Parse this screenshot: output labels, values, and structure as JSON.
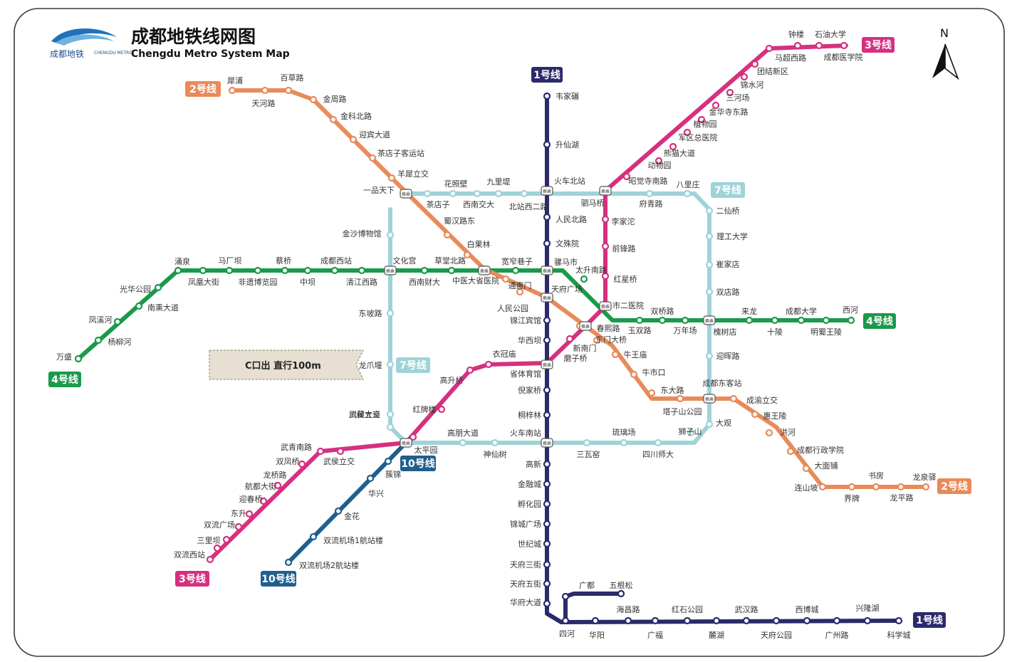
{
  "header": {
    "logo_text": "成都地铁",
    "logo_sub": "CHENGDU METRO",
    "title_cn": "成都地铁线网图",
    "title_en": "Chengdu Metro System Map"
  },
  "compass": {
    "label": "N"
  },
  "sign": {
    "text": "C口出 直行100m"
  },
  "lines": [
    {
      "id": "line1",
      "color": "#2b2a6b",
      "badges": [
        "1号线",
        "1号线"
      ]
    },
    {
      "id": "line2",
      "color": "#e98a5a",
      "badges": [
        "2号线",
        "2号线"
      ]
    },
    {
      "id": "line3",
      "color": "#d6307f",
      "badges": [
        "3号线",
        "3号线"
      ]
    },
    {
      "id": "line4",
      "color": "#1a9a4a",
      "badges": [
        "4号线",
        "4号线"
      ]
    },
    {
      "id": "line7",
      "color": "#9fd3d8",
      "badges": [
        "7号线",
        "7号线"
      ]
    },
    {
      "id": "line10",
      "color": "#1f5f8f",
      "badges": [
        "10号线",
        "10号线"
      ]
    }
  ],
  "transfer_label": "换乘",
  "stations": {
    "line1": [
      "韦家碾",
      "升仙湖",
      "火车北站",
      "人民北路",
      "文殊院",
      "骡马市",
      "天府广场",
      "锦江宾馆",
      "华西坝",
      "省体育馆",
      "倪家桥",
      "桐梓林",
      "火车南站",
      "高新",
      "金融城",
      "孵化园",
      "锦城广场",
      "世纪城",
      "天府三街",
      "天府五街",
      "华府大道",
      "四河",
      "广都",
      "五根松",
      "华阳",
      "海昌路",
      "广福",
      "红石公园",
      "麓湖",
      "武汉路",
      "天府公园",
      "西博城",
      "广州路",
      "兴隆湖",
      "科学城"
    ],
    "line2": [
      "犀浦",
      "百草路",
      "天河路",
      "金周路",
      "金科北路",
      "迎宾大道",
      "茶店子客运站",
      "羊犀立交",
      "一品天下",
      "蜀汉路东",
      "白果林",
      "中医大省医院",
      "通惠门",
      "人民公园",
      "春熙路",
      "东门大桥",
      "牛王庙",
      "牛市口",
      "东大路",
      "塔子山公园",
      "成渝立交",
      "惠王陵",
      "洪河",
      "成都行政学院",
      "大面铺",
      "连山坡",
      "界牌",
      "书房",
      "龙平路",
      "龙泉驿"
    ],
    "line3": [
      "钟楼",
      "石油大学",
      "马超西路",
      "成都医学院",
      "团结新区",
      "锦水河",
      "三河场",
      "金华寺东路",
      "植物园",
      "军区总医院",
      "熊猫大道",
      "动物园",
      "昭觉寺南路",
      "驷马桥",
      "李家沱",
      "前锋路",
      "红星桥",
      "市二医院",
      "新南门",
      "磨子桥",
      "衣冠庙",
      "高升桥",
      "红牌楼",
      "太平园",
      "武侯立交",
      "双凤桥",
      "武青南路",
      "龙桥路",
      "航都大街",
      "迎春桥",
      "东升",
      "双流广场",
      "三里坝",
      "双流西站"
    ],
    "line4": [
      "万盛",
      "杨柳河",
      "凤溪河",
      "南熏大道",
      "光华公园",
      "涌泉",
      "凤凰大街",
      "马厂坝",
      "非遗博览园",
      "蔡桥",
      "中坝",
      "成都西站",
      "清江西路",
      "文化宫",
      "西南财大",
      "草堂北路",
      "宽窄巷子",
      "太升南路",
      "双桥路",
      "玉双路",
      "万年场",
      "槐树店",
      "来龙",
      "十陵",
      "成都大学",
      "明蜀王陵",
      "西河"
    ],
    "line7": [
      "花照壁",
      "九里堤",
      "西南交大",
      "北站西二路",
      "府青路",
      "八里庄",
      "二仙桥",
      "理工大学",
      "崔家店",
      "双店路",
      "迎晖路",
      "成都东客站",
      "大观",
      "狮子山",
      "四川师大",
      "琉璃场",
      "三瓦窑",
      "神仙树",
      "高朋大道",
      "川藏立交",
      "武侯大道",
      "龙爪堰",
      "东坡路",
      "金沙博物馆",
      "茶店子"
    ],
    "line10": [
      "簇锦",
      "华兴",
      "金花",
      "双流机场1航站楼",
      "双流机场2航站楼"
    ]
  }
}
